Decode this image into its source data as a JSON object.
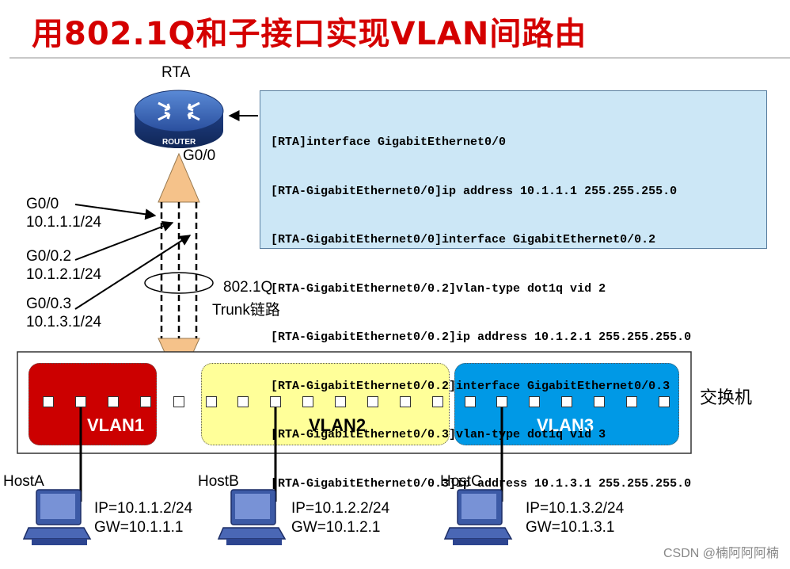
{
  "title": "用802.1Q和子接口实现VLAN间路由",
  "router": {
    "name": "RTA",
    "badge": "ROUTER",
    "port": "G0/0"
  },
  "config_lines": [
    "[RTA]interface GigabitEthernet0/0",
    "[RTA-GigabitEthernet0/0]ip address 10.1.1.1 255.255.255.0",
    "[RTA-GigabitEthernet0/0]interface GigabitEthernet0/0.2",
    "[RTA-GigabitEthernet0/0.2]vlan-type dot1q vid 2",
    "[RTA-GigabitEthernet0/0.2]ip address 10.1.2.1 255.255.255.0",
    "[RTA-GigabitEthernet0/0.2]interface GigabitEthernet0/0.3",
    "[RTA-GigabitEthernet0/0.3]vlan-type dot1q vid 3",
    "[RTA-GigabitEthernet0/0.3]ip address 10.1.3.1 255.255.255.0"
  ],
  "subinterfaces": [
    {
      "name": "G0/0",
      "ip": "10.1.1.1/24"
    },
    {
      "name": "G0/0.2",
      "ip": "10.1.2.1/24"
    },
    {
      "name": "G0/0.3",
      "ip": "10.1.3.1/24"
    }
  ],
  "trunk": {
    "line1": "802.1Q",
    "line2": "Trunk链路"
  },
  "switch_label": "交换机",
  "vlans": [
    {
      "name": "VLAN1",
      "color": "#cc0000",
      "text_color": "#ffffff"
    },
    {
      "name": "VLAN2",
      "color": "#ffff99",
      "text_color": "#000000"
    },
    {
      "name": "VLAN3",
      "color": "#0099e6",
      "text_color": "#ffffff"
    }
  ],
  "hosts": [
    {
      "name": "HostA",
      "ip": "IP=10.1.1.2/24",
      "gw": "GW=10.1.1.1"
    },
    {
      "name": "HostB",
      "ip": "IP=10.1.2.2/24",
      "gw": "GW=10.1.2.1"
    },
    {
      "name": "HostC",
      "ip": "IP=10.1.3.2/24",
      "gw": "GW=10.1.3.1"
    }
  ],
  "watermark": "CSDN @楠阿阿阿楠"
}
